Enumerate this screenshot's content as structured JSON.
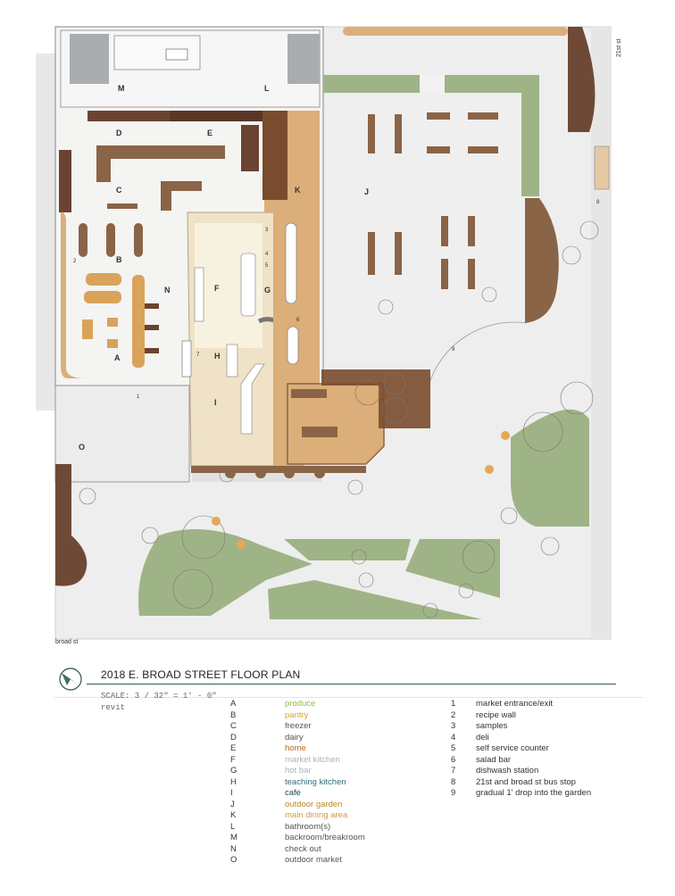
{
  "title": "2018 E. BROAD STREET FLOOR PLAN",
  "scale": "SCALE: 3 / 32\" = 1' - 0\"",
  "tool": "revit",
  "streets": {
    "broad": "broad st",
    "twentyfirst": "21st st"
  },
  "zone_letters": [
    "A",
    "B",
    "C",
    "D",
    "E",
    "F",
    "G",
    "H",
    "I",
    "J",
    "K",
    "L",
    "M",
    "N",
    "O"
  ],
  "plan_numbers": [
    "1",
    "2",
    "3",
    "4",
    "5",
    "6",
    "7",
    "8",
    "9"
  ],
  "legend_zones": [
    {
      "letter": "A",
      "name": "produce",
      "color": "#8cbf3f"
    },
    {
      "letter": "B",
      "name": "pantry",
      "color": "#d7a826"
    },
    {
      "letter": "C",
      "name": "freezer",
      "color": "#555555"
    },
    {
      "letter": "D",
      "name": "dairy",
      "color": "#555555"
    },
    {
      "letter": "E",
      "name": "home",
      "color": "#b5651d"
    },
    {
      "letter": "F",
      "name": "market kitchen",
      "color": "#a6b4ba"
    },
    {
      "letter": "G",
      "name": "hot bar",
      "color": "#a6b4ba"
    },
    {
      "letter": "H",
      "name": "teaching kitchen",
      "color": "#2f6d7a"
    },
    {
      "letter": "I",
      "name": "cafe",
      "color": "#1a4a55"
    },
    {
      "letter": "J",
      "name": "outdoor garden",
      "color": "#b98a2a"
    },
    {
      "letter": "K",
      "name": "main dining area",
      "color": "#d49a3c"
    },
    {
      "letter": "L",
      "name": "bathroom(s)",
      "color": "#555555"
    },
    {
      "letter": "M",
      "name": "backroom/breakroom",
      "color": "#555555"
    },
    {
      "letter": "N",
      "name": "check out",
      "color": "#555555"
    },
    {
      "letter": "O",
      "name": "outdoor market",
      "color": "#555555"
    }
  ],
  "legend_notes": [
    {
      "num": "1",
      "text": "market entrance/exit"
    },
    {
      "num": "2",
      "text": "recipe wall"
    },
    {
      "num": "3",
      "text": "samples"
    },
    {
      "num": "4",
      "text": "deli"
    },
    {
      "num": "5",
      "text": "self service counter"
    },
    {
      "num": "6",
      "text": "salad bar"
    },
    {
      "num": "7",
      "text": "dishwash station"
    },
    {
      "num": "8",
      "text": "21st and broad st bus stop"
    },
    {
      "num": "9",
      "text": "gradual 1' drop into the garden"
    }
  ]
}
